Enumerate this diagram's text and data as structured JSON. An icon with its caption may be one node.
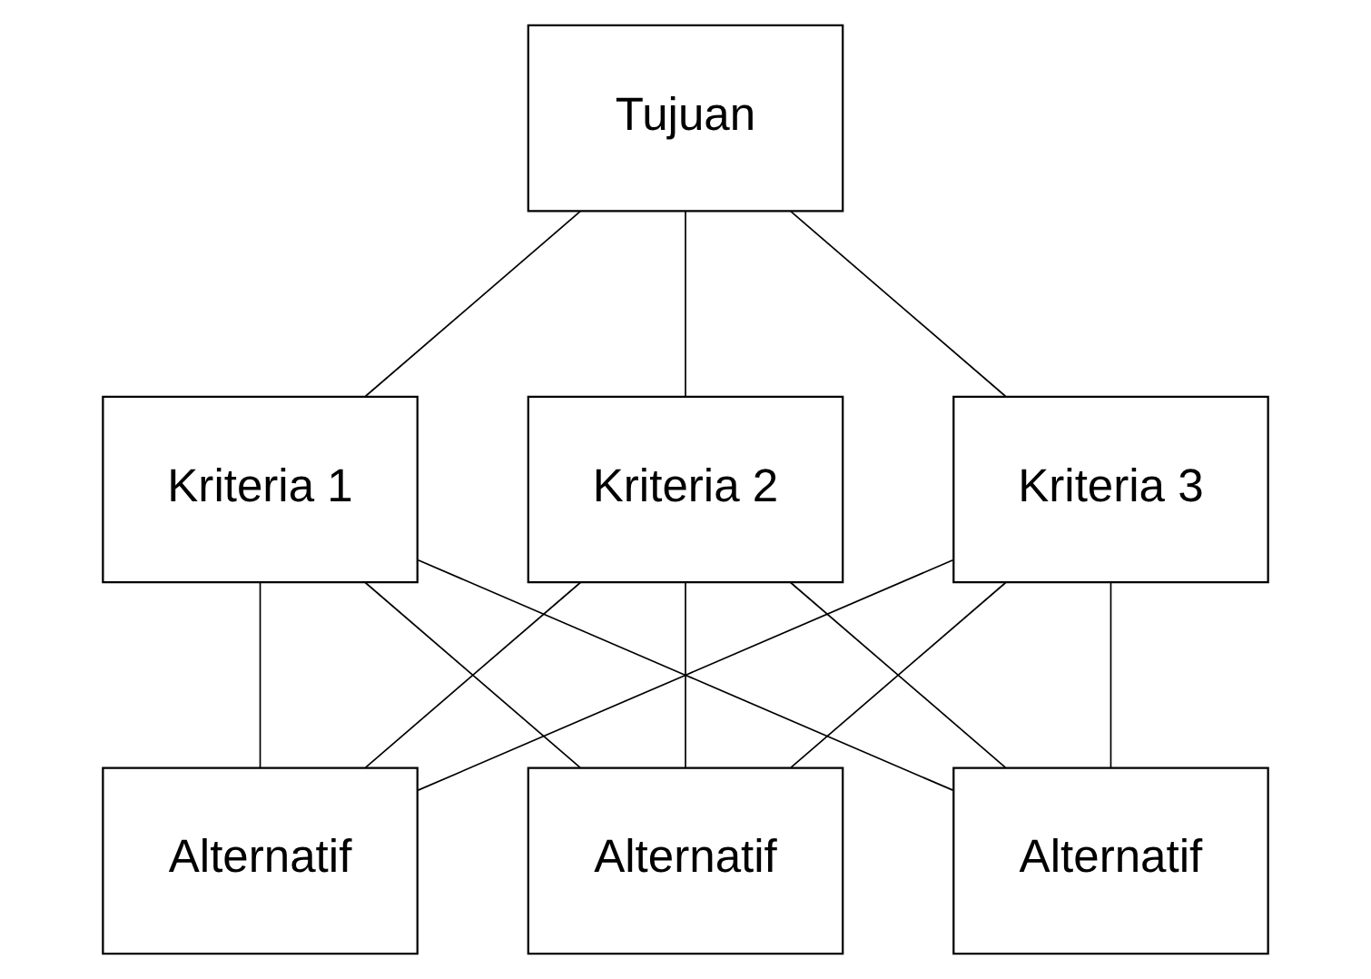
{
  "diagram": {
    "nodes": [
      {
        "text": [
          "Tujuan"
        ]
      },
      {
        "text": [
          "Kriteria 1"
        ]
      },
      {
        "text": [
          "Kriteria 2"
        ]
      },
      {
        "text": [
          "Kriteria 3"
        ]
      },
      {
        "text": [
          "Alternatif"
        ]
      },
      {
        "text": [
          "Alternatif"
        ]
      },
      {
        "text": [
          "Alternatif"
        ]
      }
    ],
    "edges": [
      {
        "from": 0,
        "to": 1,
        "arrow": "none"
      },
      {
        "from": 0,
        "to": 2,
        "arrow": "none"
      },
      {
        "from": 0,
        "to": 3,
        "arrow": "none"
      },
      {
        "from": 1,
        "to": 4,
        "arrow": "none"
      },
      {
        "from": 1,
        "to": 5,
        "arrow": "none"
      },
      {
        "from": 1,
        "to": 6,
        "arrow": "none"
      },
      {
        "from": 2,
        "to": 4,
        "arrow": "none"
      },
      {
        "from": 2,
        "to": 5,
        "arrow": "none"
      },
      {
        "from": 2,
        "to": 6,
        "arrow": "none"
      },
      {
        "from": 3,
        "to": 4,
        "arrow": "none"
      },
      {
        "from": 3,
        "to": 5,
        "arrow": "none"
      },
      {
        "from": 3,
        "to": 6,
        "arrow": "none"
      }
    ]
  }
}
